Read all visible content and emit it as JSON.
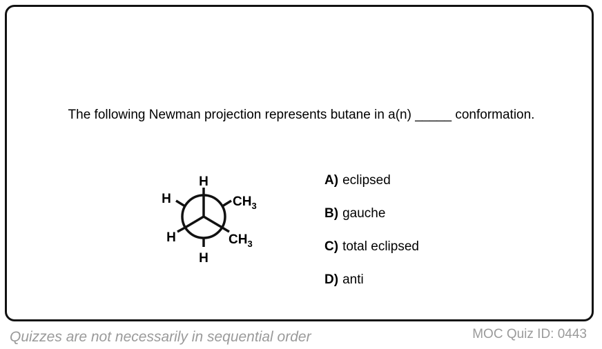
{
  "question": {
    "text": "The following Newman projection represents butane in a(n) _____ conformation."
  },
  "diagram": {
    "labels": {
      "top": "H",
      "upper_left": "H",
      "upper_right_c": "CH",
      "upper_right_sub": "3",
      "lower_left": "H",
      "lower_right_c": "CH",
      "lower_right_sub": "3",
      "bottom": "H"
    }
  },
  "options": [
    {
      "letter": "A)",
      "text": "eclipsed"
    },
    {
      "letter": "B)",
      "text": "gauche"
    },
    {
      "letter": "C)",
      "text": "total eclipsed"
    },
    {
      "letter": "D)",
      "text": "anti"
    }
  ],
  "footer": {
    "note": "Quizzes are not necessarily in sequential order",
    "quiz_id": "MOC Quiz ID: 0443"
  }
}
